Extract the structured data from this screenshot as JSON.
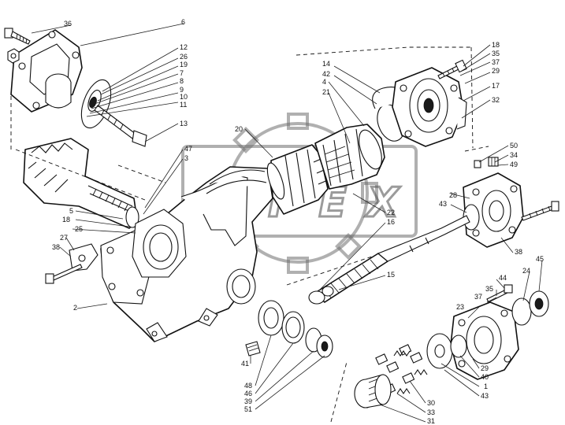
{
  "diagram": {
    "watermark_text": "OPEX",
    "callouts": [
      {
        "id": "c36a",
        "text": "36"
      },
      {
        "id": "c6",
        "text": "6"
      },
      {
        "id": "c12",
        "text": "12"
      },
      {
        "id": "c26",
        "text": "26"
      },
      {
        "id": "c19",
        "text": "19"
      },
      {
        "id": "c7",
        "text": "7"
      },
      {
        "id": "c8",
        "text": "8"
      },
      {
        "id": "c9",
        "text": "9"
      },
      {
        "id": "c10",
        "text": "10"
      },
      {
        "id": "c11",
        "text": "11"
      },
      {
        "id": "c13",
        "text": "13"
      },
      {
        "id": "c14",
        "text": "14"
      },
      {
        "id": "c42",
        "text": "42"
      },
      {
        "id": "c4",
        "text": "4"
      },
      {
        "id": "c21",
        "text": "21"
      },
      {
        "id": "c20",
        "text": "20"
      },
      {
        "id": "c47",
        "text": "47"
      },
      {
        "id": "c3",
        "text": "3"
      },
      {
        "id": "c5",
        "text": "5"
      },
      {
        "id": "c18a",
        "text": "18"
      },
      {
        "id": "c25",
        "text": "25"
      },
      {
        "id": "c27",
        "text": "27"
      },
      {
        "id": "c38a",
        "text": "38"
      },
      {
        "id": "c2",
        "text": "2"
      },
      {
        "id": "c18b",
        "text": "18"
      },
      {
        "id": "c35a",
        "text": "35"
      },
      {
        "id": "c37a",
        "text": "37"
      },
      {
        "id": "c29a",
        "text": "29"
      },
      {
        "id": "c17",
        "text": "17"
      },
      {
        "id": "c32",
        "text": "32"
      },
      {
        "id": "c50",
        "text": "50"
      },
      {
        "id": "c34",
        "text": "34"
      },
      {
        "id": "c49",
        "text": "49"
      },
      {
        "id": "c28",
        "text": "28"
      },
      {
        "id": "c43a",
        "text": "43"
      },
      {
        "id": "c22",
        "text": "22"
      },
      {
        "id": "c16",
        "text": "16"
      },
      {
        "id": "c15",
        "text": "15"
      },
      {
        "id": "c38b",
        "text": "38"
      },
      {
        "id": "c45",
        "text": "45"
      },
      {
        "id": "c44",
        "text": "44"
      },
      {
        "id": "c24",
        "text": "24"
      },
      {
        "id": "c35b",
        "text": "35"
      },
      {
        "id": "c37b",
        "text": "37"
      },
      {
        "id": "c23",
        "text": "23"
      },
      {
        "id": "c29b",
        "text": "29"
      },
      {
        "id": "c40",
        "text": "40"
      },
      {
        "id": "c1",
        "text": "1"
      },
      {
        "id": "c43b",
        "text": "43"
      },
      {
        "id": "c41",
        "text": "41"
      },
      {
        "id": "c48",
        "text": "48"
      },
      {
        "id": "c46",
        "text": "46"
      },
      {
        "id": "c39",
        "text": "39"
      },
      {
        "id": "c51",
        "text": "51"
      },
      {
        "id": "c30",
        "text": "30"
      },
      {
        "id": "c33",
        "text": "33"
      },
      {
        "id": "c31",
        "text": "31"
      }
    ]
  }
}
